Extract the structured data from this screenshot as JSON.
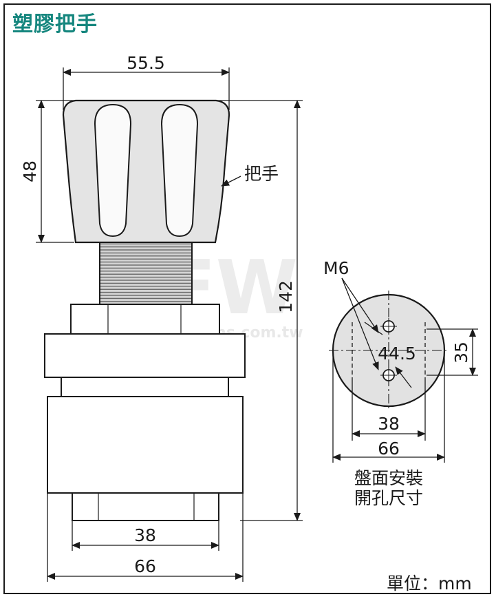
{
  "title": "塑膠把手",
  "unit_label": "單位：mm",
  "callouts": {
    "handle": "把手",
    "thread": "M6",
    "panel_line1": "盤面安裝",
    "panel_line2": "開孔尺寸"
  },
  "dimensions": {
    "knob_width": "55.5",
    "knob_height": "48",
    "total_height": "142",
    "base_inner": "38",
    "base_outer": "66",
    "panel_hole_spacing": "44.5",
    "panel_height": "35",
    "panel_inner": "38",
    "panel_outer": "66"
  },
  "watermark": {
    "logo": "FW",
    "url": "fullwins.com.tw"
  },
  "colors": {
    "title": "#15867e",
    "line": "#1a1a1a",
    "knob_fill": "#e4e4e4",
    "thread_fill": "#d2d2d2",
    "panel_fill": "#e2e2e2"
  }
}
